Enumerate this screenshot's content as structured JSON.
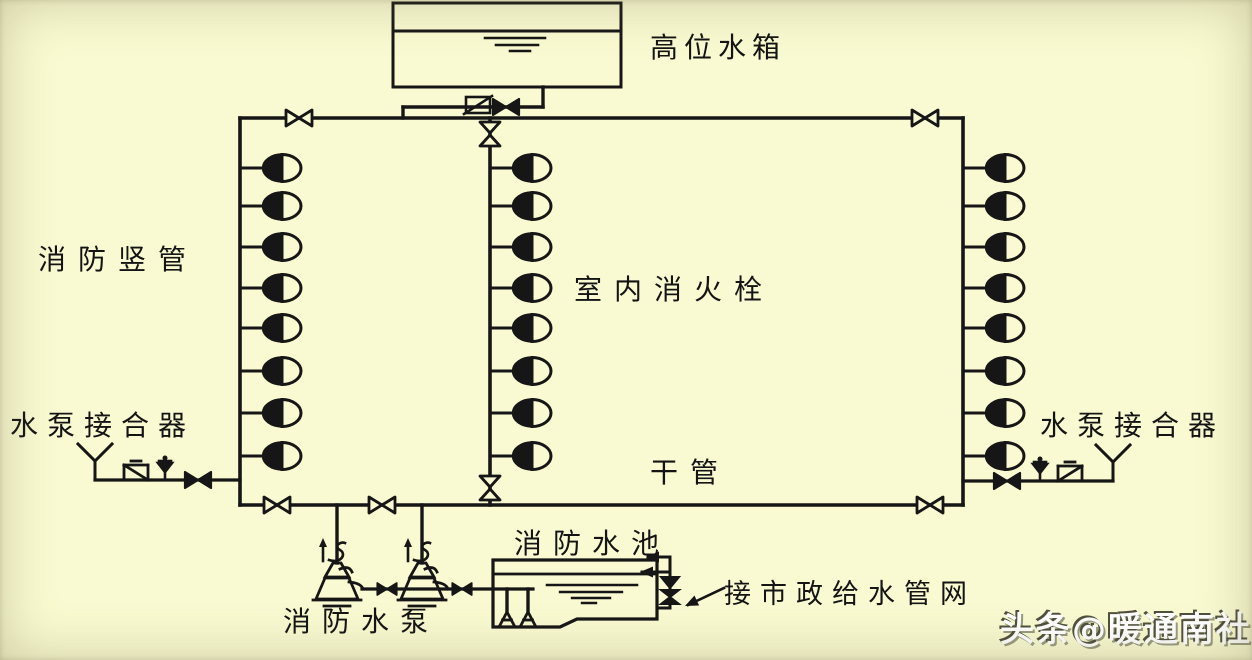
{
  "scene": {
    "background_color": "#fafad2",
    "line_color": "#161616",
    "labels": {
      "elevated_tank": "高位水箱",
      "fire_riser": "消防竖管",
      "indoor_hydrant": "室内消火栓",
      "pump_adapter_left": "水泵接合器",
      "pump_adapter_right": "水泵接合器",
      "main_pipe": "干管",
      "fire_pool": "消防水池",
      "fire_pump": "消防水泵",
      "municipal_inlet": "接市政给水管网",
      "watermark": "头条@暖通南社"
    },
    "symbols": {
      "fire_hydrant_icon": {
        "count": 24,
        "per_riser": 8,
        "risers": 3
      },
      "gate_valve_icon": {
        "count": 8
      },
      "riser_valve_icon": {
        "count": 2
      },
      "check_valve_icon": {
        "count": 5
      },
      "pump_icon": {
        "count": 2
      },
      "siamese_connection_icon": {
        "count": 2
      },
      "foot_valve_strainer_icon": {
        "count": 2
      },
      "float_valve_icon": {
        "count": 1
      },
      "water_level_icon": {
        "count": 2
      }
    }
  }
}
